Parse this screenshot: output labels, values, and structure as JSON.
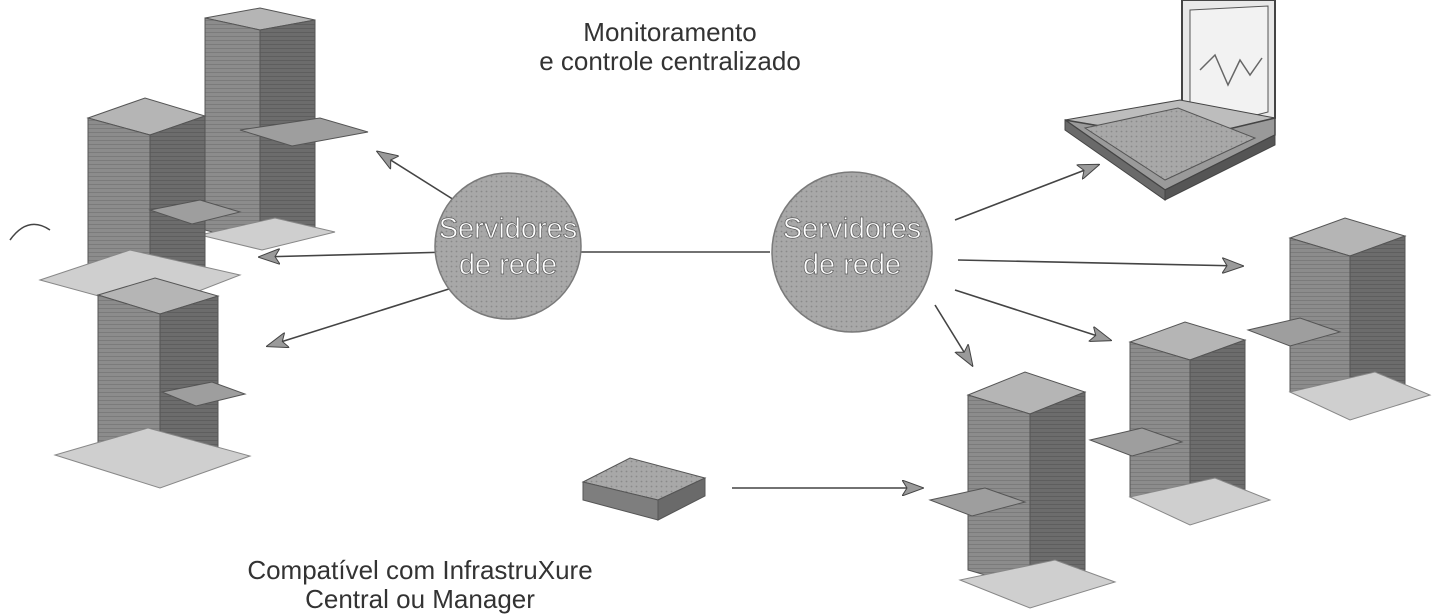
{
  "captions": {
    "top": [
      "Monitoramento",
      "e controle centralizado"
    ],
    "bottom": [
      "Compatível com InfrastruXure",
      "Central ou Manager"
    ]
  },
  "hubs": [
    {
      "line1": "Servidores",
      "line2": "de rede"
    },
    {
      "line1": "Servidores",
      "line2": "de rede"
    }
  ],
  "icons": {
    "server_rack": "server-rack-icon",
    "laptop": "laptop-icon",
    "appliance": "network-appliance-icon"
  },
  "colors": {
    "hub": "#a9a9a9",
    "rack_front": "#8a8a8a",
    "rack_side": "#6f6f6f",
    "rack_top": "#b5b5b5",
    "line": "#444444"
  }
}
